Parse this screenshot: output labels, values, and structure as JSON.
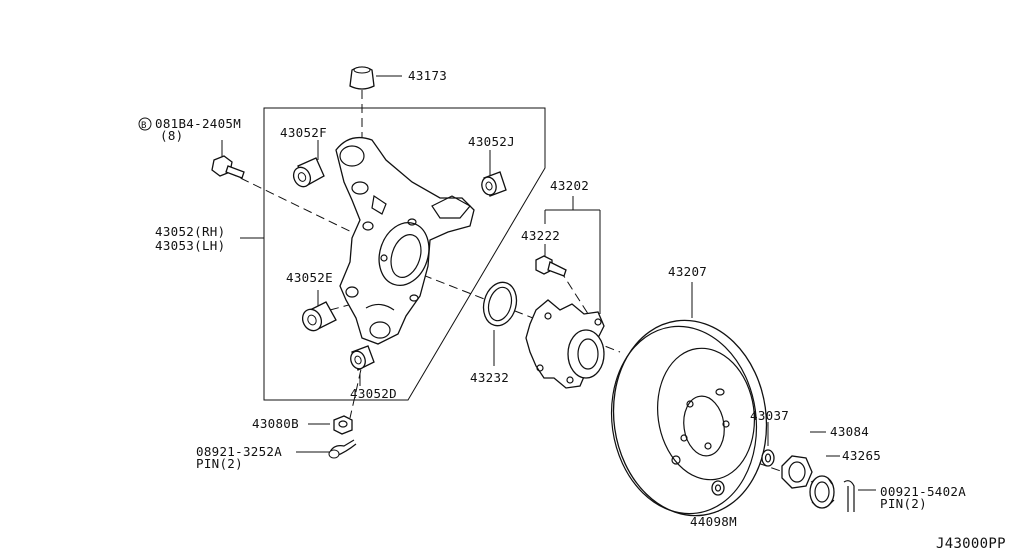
{
  "diagram": {
    "page_code": "J43000PP",
    "labels": {
      "p43173": "43173",
      "bolt_ref": "081B4-2405M",
      "bolt_qty": "(8)",
      "bolt_badge": "B",
      "p43052f": "43052F",
      "p43052j": "43052J",
      "p43052_rh": "43052(RH)",
      "p43053_lh": "43053(LH)",
      "p43052e": "43052E",
      "p43052d": "43052D",
      "p43080b": "43080B",
      "pin1_ref": "08921-3252A",
      "pin1_qty": "PIN(2)",
      "p43202": "43202",
      "p43222": "43222",
      "p43232": "43232",
      "p43207": "43207",
      "p43037": "43037",
      "p43084": "43084",
      "p43265": "43265",
      "pin2_ref": "00921-5402A",
      "pin2_qty": "PIN(2)",
      "p44098m": "44098M"
    }
  }
}
